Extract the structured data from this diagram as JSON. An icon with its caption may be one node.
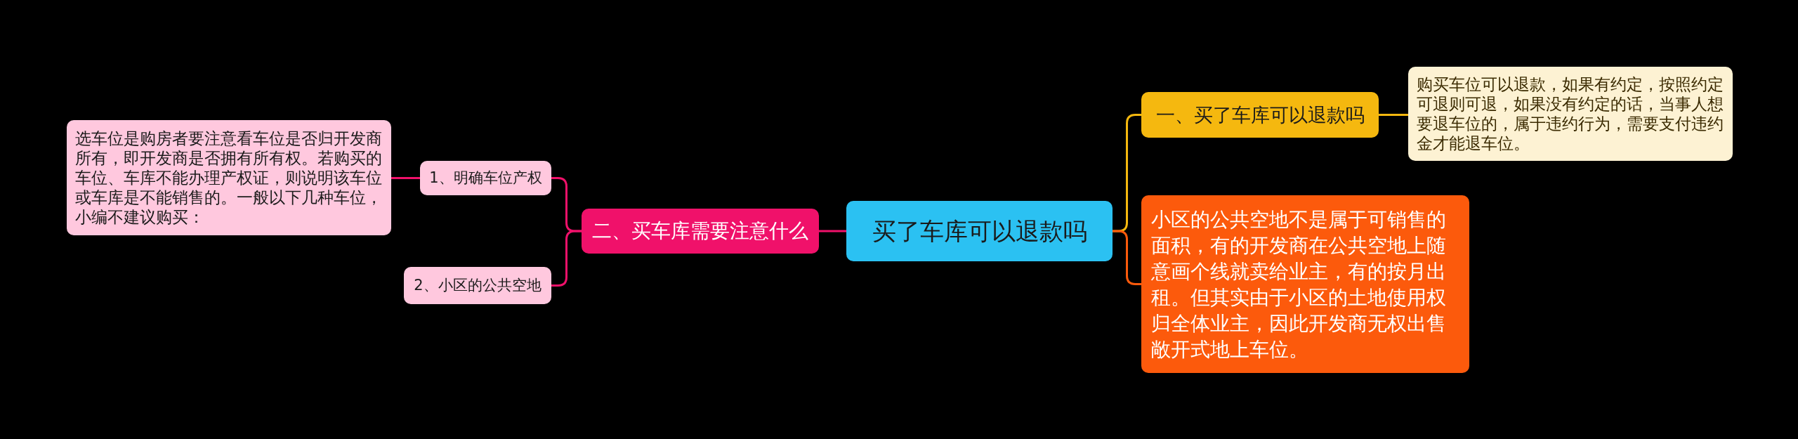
{
  "diagram": {
    "nodes": [
      {
        "text": [
          "买了车库可以退款吗"
        ]
      },
      {
        "text": [
          "一、买了车库可以退款吗"
        ]
      },
      {
        "text": [
          "购买车位可以退款，如果有约定，按照约定可退则可退，如果没有约定的话，当事人想要退车位的，属于违约行为，需要支付违约金才能退车位。"
        ]
      },
      {
        "text": [
          "小区的公共空地不是属于可销售的面积，有的开发商在公共空地上随意画个线就卖给业主，有的按月出租。但其实由于小区的土地使用权归全体业主，因此开发商无权出售敞开式地上车位。"
        ]
      },
      {
        "text": [
          "二、买车库需要注意什么"
        ]
      },
      {
        "text": [
          "1、明确车位产权"
        ]
      },
      {
        "text": [
          "选车位是购房者要注意看车位是否归开发商所有，即开发商是否拥有所有权。若购买的车位、车库不能办理产权证，则说明该车位或车库是不能销售的。一般以下几种车位，小编不建议购买："
        ]
      },
      {
        "text": [
          "2、小区的公共空地"
        ]
      }
    ],
    "edges": [
      {
        "from": 0,
        "to": 1,
        "arrow": "none",
        "color": "#f5b80f"
      },
      {
        "from": 1,
        "to": 2,
        "arrow": "none",
        "color": "#f5b80f"
      },
      {
        "from": 0,
        "to": 3,
        "arrow": "none",
        "color": "#fc5a0c"
      },
      {
        "from": 0,
        "to": 4,
        "arrow": "none"
      },
      {
        "from": 4,
        "to": 5,
        "arrow": "none"
      },
      {
        "from": 5,
        "to": 6,
        "arrow": "none"
      },
      {
        "from": 4,
        "to": 7,
        "arrow": "none"
      }
    ]
  }
}
